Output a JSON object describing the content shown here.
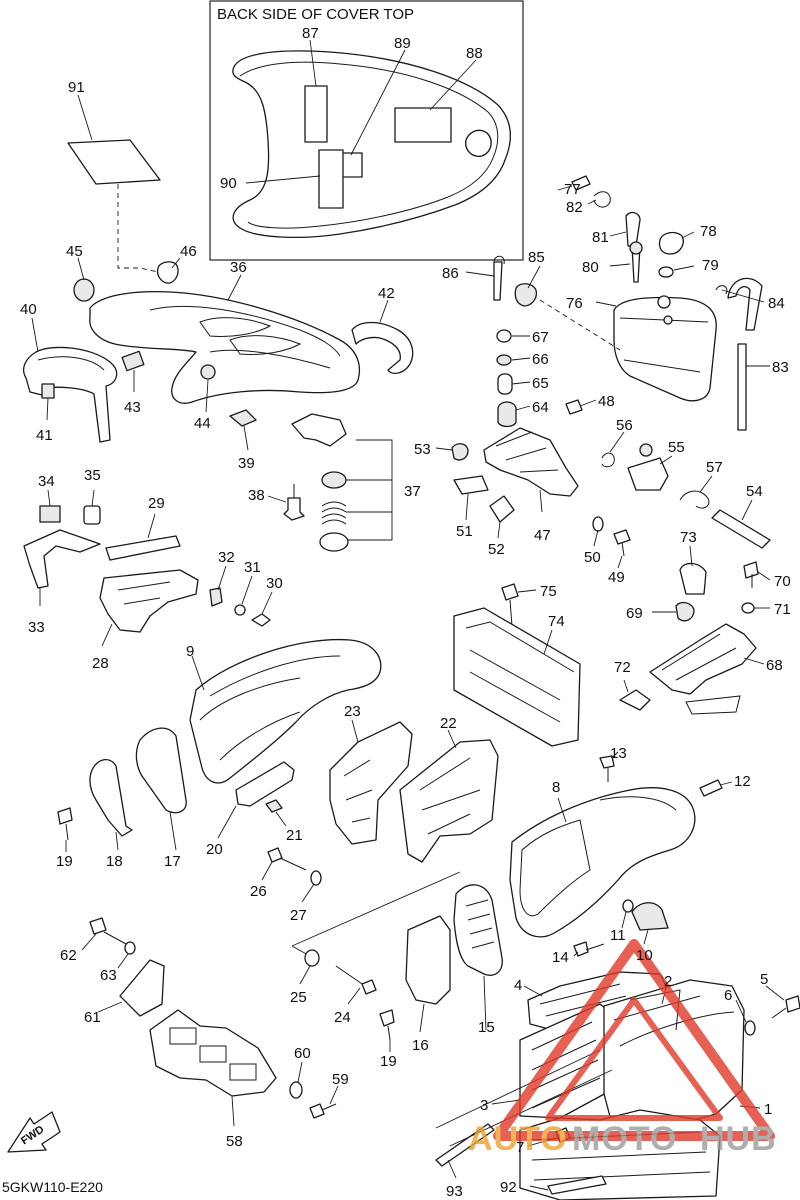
{
  "inset": {
    "title": "BACK SIDE OF COVER TOP"
  },
  "diagram_code": "5GKW110-E220",
  "fwd_label": "FWD",
  "watermark": {
    "text_a": "AUTO",
    "text_b": "MOTO",
    "text_c": "HUB",
    "color_red": "#e03a2a",
    "color_orange": "#f0a030",
    "color_gray": "#9a9a9a"
  },
  "callouts": {
    "n1": "1",
    "n2": "2",
    "n3": "3",
    "n4": "4",
    "n5": "5",
    "n6": "6",
    "n7": "7",
    "n8": "8",
    "n9": "9",
    "n10": "10",
    "n11": "11",
    "n12": "12",
    "n13": "13",
    "n14": "14",
    "n15": "15",
    "n16": "16",
    "n17": "17",
    "n18": "18",
    "n19a": "19",
    "n19b": "19",
    "n20": "20",
    "n21": "21",
    "n22": "22",
    "n23": "23",
    "n24": "24",
    "n25": "25",
    "n26": "26",
    "n27": "27",
    "n28": "28",
    "n29": "29",
    "n30": "30",
    "n31": "31",
    "n32": "32",
    "n33": "33",
    "n34": "34",
    "n35": "35",
    "n36": "36",
    "n37": "37",
    "n38": "38",
    "n39": "39",
    "n40": "40",
    "n41": "41",
    "n42": "42",
    "n43": "43",
    "n44": "44",
    "n45": "45",
    "n46": "46",
    "n47": "47",
    "n48": "48",
    "n49": "49",
    "n50": "50",
    "n51": "51",
    "n52": "52",
    "n53": "53",
    "n54": "54",
    "n55": "55",
    "n56": "56",
    "n57": "57",
    "n58": "58",
    "n59": "59",
    "n60": "60",
    "n61": "61",
    "n62": "62",
    "n63": "63",
    "n64": "64",
    "n65": "65",
    "n66": "66",
    "n67": "67",
    "n68": "68",
    "n69": "69",
    "n70": "70",
    "n71": "71",
    "n72": "72",
    "n73": "73",
    "n74": "74",
    "n75": "75",
    "n76": "76",
    "n77": "77",
    "n78": "78",
    "n79": "79",
    "n80": "80",
    "n81": "81",
    "n82": "82",
    "n83": "83",
    "n84": "84",
    "n85": "85",
    "n86": "86",
    "n87": "87",
    "n88": "88",
    "n89": "89",
    "n90": "90",
    "n91": "91",
    "n92": "92",
    "n93": "93"
  }
}
